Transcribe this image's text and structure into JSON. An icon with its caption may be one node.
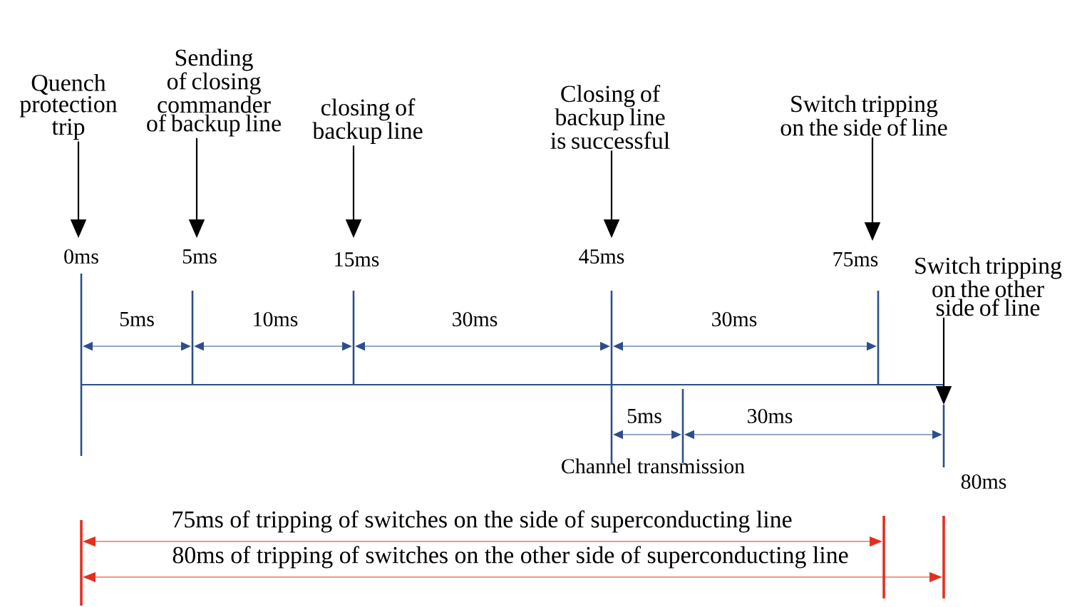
{
  "diagram": {
    "nodes": [
      {
        "text": [
          "Quench protection trip"
        ]
      },
      {
        "text": [
          "Sending of closing commander of backup line"
        ]
      },
      {
        "text": [
          "closing of backup line"
        ]
      },
      {
        "text": [
          "Closing of backup line is successful"
        ]
      },
      {
        "text": [
          "Switch tripping on the side of line"
        ]
      },
      {
        "text": [
          "Switch tripping on the other side of line"
        ]
      }
    ],
    "edges": [
      {
        "from": 0,
        "to": null,
        "arrow": "to"
      },
      {
        "from": 1,
        "to": null,
        "arrow": "to"
      },
      {
        "from": 2,
        "to": null,
        "arrow": "to"
      },
      {
        "from": 3,
        "to": null,
        "arrow": "to"
      },
      {
        "from": 4,
        "to": null,
        "arrow": "to"
      },
      {
        "from": 5,
        "to": null,
        "arrow": "to"
      }
    ],
    "labels": [
      "0ms",
      "5ms",
      "15ms",
      "45ms",
      "75ms",
      "5ms",
      "10ms",
      "30ms",
      "30ms",
      "5ms",
      "30ms",
      "Channel transmission",
      "80ms",
      "75ms of tripping of switches on the side of superconducting line",
      "80ms of tripping of switches on the other side of superconducting line"
    ]
  }
}
